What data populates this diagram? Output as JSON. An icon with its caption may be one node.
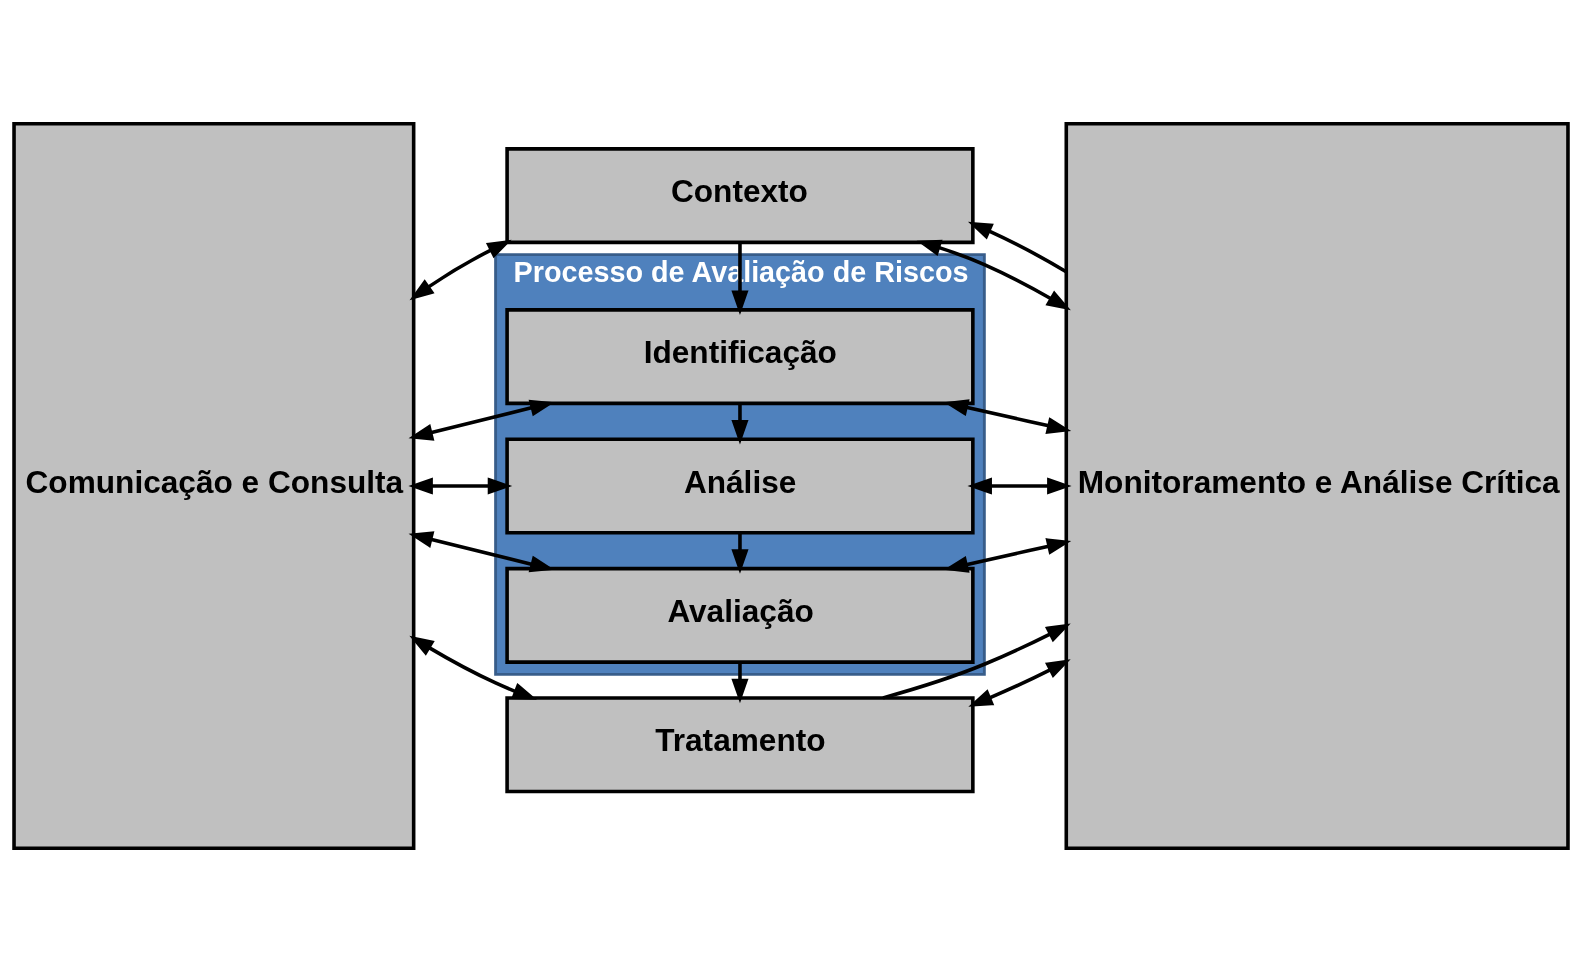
{
  "diagram": {
    "nodes": [
      {
        "text": [
          "Comunicação e Consulta"
        ]
      },
      {
        "text": [
          "Contexto"
        ]
      },
      {
        "text": [
          "Processo de Avaliação de Riscos"
        ]
      },
      {
        "text": [
          "Identificação"
        ],
        "in": 2
      },
      {
        "text": [
          "Análise"
        ],
        "in": 2
      },
      {
        "text": [
          "Avaliação"
        ],
        "in": 2
      },
      {
        "text": [
          "Tratamento"
        ]
      },
      {
        "text": [
          "Monitoramento e Análise Crítica"
        ]
      }
    ],
    "edges": [
      {
        "from": 0,
        "to": 1,
        "arrow": "both"
      },
      {
        "from": 1,
        "to": 7,
        "arrow": "both"
      },
      {
        "from": 1,
        "to": 3,
        "arrow": "to"
      },
      {
        "from": 0,
        "to": 3,
        "arrow": "both"
      },
      {
        "from": 3,
        "to": 7,
        "arrow": "both"
      },
      {
        "from": 3,
        "to": 4,
        "arrow": "to"
      },
      {
        "from": 0,
        "to": 4,
        "arrow": "both"
      },
      {
        "from": 4,
        "to": 7,
        "arrow": "both"
      },
      {
        "from": 4,
        "to": 5,
        "arrow": "to"
      },
      {
        "from": 0,
        "to": 5,
        "arrow": "both"
      },
      {
        "from": 5,
        "to": 7,
        "arrow": "both"
      },
      {
        "from": 5,
        "to": 6,
        "arrow": "to"
      },
      {
        "from": 0,
        "to": 6,
        "arrow": "both"
      },
      {
        "from": 6,
        "to": 7,
        "arrow": "both"
      },
      {
        "from": 6,
        "to": 7,
        "arrow": "to"
      },
      {
        "from": 7,
        "to": 1,
        "arrow": "to"
      }
    ]
  }
}
